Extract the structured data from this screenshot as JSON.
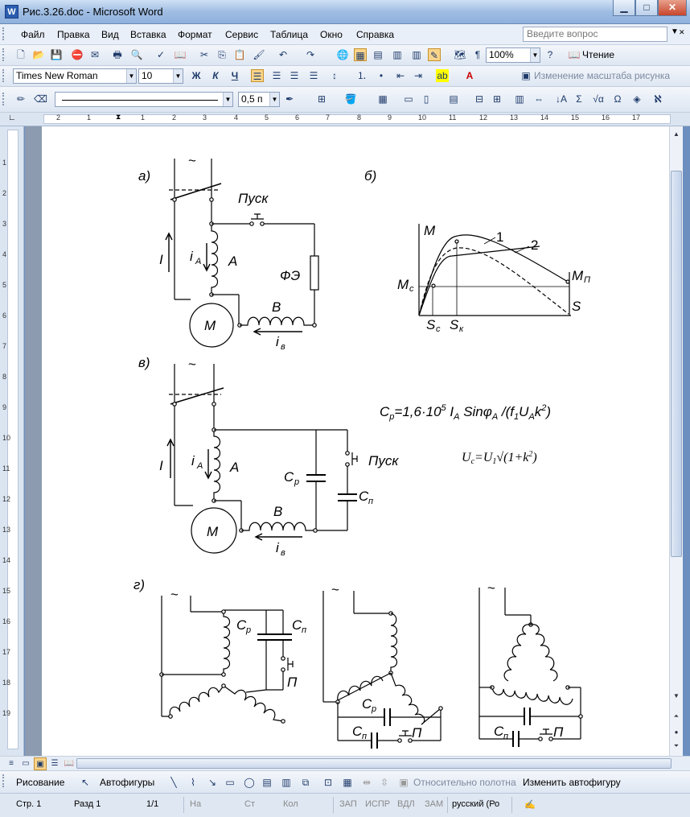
{
  "window": {
    "title": "Рис.3.26.doc - Microsoft Word",
    "app_icon": "W"
  },
  "menu": {
    "items": [
      "Файл",
      "Правка",
      "Вид",
      "Вставка",
      "Формат",
      "Сервис",
      "Таблица",
      "Окно",
      "Справка"
    ],
    "help_placeholder": "Введите вопрос"
  },
  "toolbar_standard": {
    "zoom": "100%",
    "reading": "Чтение"
  },
  "toolbar_format": {
    "font": "Times New Roman",
    "size": "10",
    "bold": "Ж",
    "italic": "К",
    "underline": "Ч",
    "picture_scale": "Изменение масштаба рисунка"
  },
  "toolbar_drawing_top": {
    "line_width": "0,5 п"
  },
  "ruler": {
    "h_numbers": [
      "2",
      "1",
      "1",
      "2",
      "3",
      "4",
      "5",
      "6",
      "7",
      "8",
      "9",
      "10",
      "11",
      "12",
      "13",
      "14",
      "15",
      "16",
      "17"
    ],
    "v_numbers": [
      "1",
      "2",
      "3",
      "4",
      "5",
      "6",
      "7",
      "8",
      "9",
      "10",
      "11",
      "12",
      "13",
      "14",
      "15",
      "16",
      "17",
      "18",
      "19"
    ]
  },
  "figure": {
    "a": {
      "label": "а)",
      "ac": "~",
      "start": "Пуск",
      "current": "I",
      "ia": "i",
      "ia_sub": "A",
      "coil_a": "A",
      "fe": "ФЭ",
      "motor": "M",
      "coil_b": "B",
      "ib": "i",
      "ib_sub": "в"
    },
    "b": {
      "label": "б)",
      "axis_m": "M",
      "mc": "M",
      "mc_sub": "c",
      "mp": "M",
      "mp_sub": "П",
      "axis_s": "S",
      "sc": "S",
      "sc_sub": "c",
      "sk": "S",
      "sk_sub": "к",
      "curve1": "1",
      "curve2": "2"
    },
    "v": {
      "label": "в)",
      "ac": "~",
      "current": "I",
      "ia": "i",
      "ia_sub": "A",
      "coil_a": "A",
      "cp": "C",
      "cp_sub": "p",
      "cn": "C",
      "cn_sub": "п",
      "start": "Пуск",
      "motor": "M",
      "coil_b": "B",
      "ib": "i",
      "ib_sub": "в"
    },
    "formula1": {
      "lhs": "C",
      "lhs_sub": "p",
      "eq": "=1,6·10",
      "exp": "5",
      "ia": " I",
      "ia_sub": "A",
      "sin": " Sinφ",
      "sin_sub": "A",
      "div": " /(f",
      "f_sub": "1",
      "u": "U",
      "u_sub": "A",
      "k": "k",
      "k_exp": "2",
      "close": ")"
    },
    "formula2": {
      "lhs": "U",
      "lhs_sub": "c",
      "eq": "=U",
      "u_sub": "1",
      "root": "√(1+k",
      "k_exp": "2",
      "close": ")"
    },
    "g": {
      "label": "г)",
      "ac1": "~",
      "ac2": "~",
      "ac3": "~",
      "cp1": "C",
      "cp1_sub": "p",
      "cn1": "C",
      "cn1_sub": "п",
      "p1": "П",
      "cp2": "C",
      "cp2_sub": "p",
      "cn2": "C",
      "cn2_sub": "п",
      "p2": "П",
      "cn3": "C",
      "cn3_sub": "п",
      "p3": "П"
    }
  },
  "drawbar": {
    "draw": "Рисование",
    "autoshapes": "Автофигуры",
    "relative": "Относительно полотна",
    "change_shape": "Изменить автофигуру"
  },
  "status": {
    "page": "Стр. 1",
    "section": "Разд 1",
    "pages": "1/1",
    "at": "На",
    "line": "Ст",
    "col": "Кол",
    "rec": "ЗАП",
    "trk": "ИСПР",
    "ext": "ВДЛ",
    "ovr": "ЗАМ",
    "lang": "русский (Ро"
  }
}
